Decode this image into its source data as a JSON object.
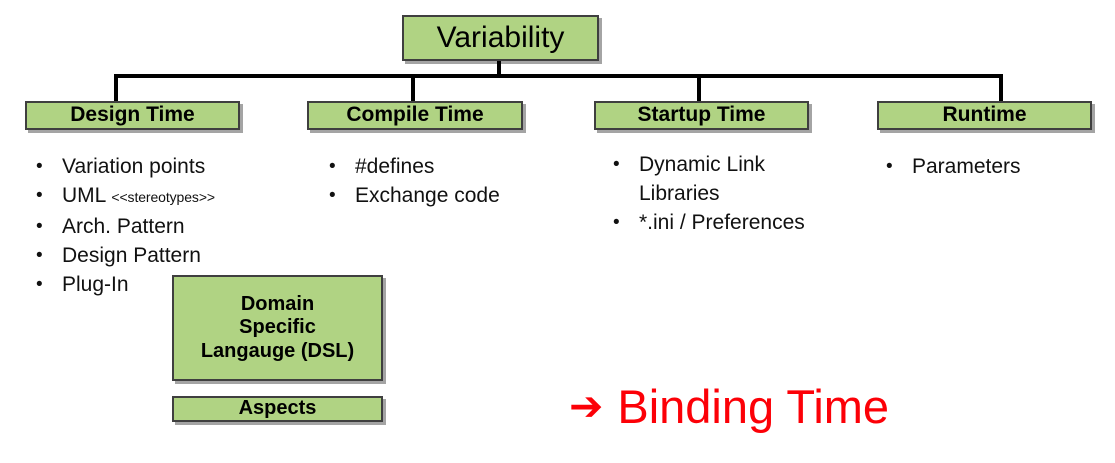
{
  "diagram": {
    "root": {
      "label": "Variability"
    },
    "categories": [
      {
        "label": "Design Time"
      },
      {
        "label": "Compile Time"
      },
      {
        "label": "Startup Time"
      },
      {
        "label": "Runtime"
      }
    ],
    "bullet_marker": "•",
    "columns": [
      {
        "parent": "Design Time",
        "items": [
          {
            "text": "Variation points",
            "note": ""
          },
          {
            "text": "UML ",
            "note": "<<stereotypes>>"
          },
          {
            "text": "Arch. Pattern",
            "note": ""
          },
          {
            "text": "Design Pattern",
            "note": ""
          },
          {
            "text": "Plug-In",
            "note": ""
          }
        ]
      },
      {
        "parent": "Compile Time",
        "items": [
          {
            "text": "#defines",
            "note": ""
          },
          {
            "text": "Exchange code",
            "note": ""
          }
        ]
      },
      {
        "parent": "Startup Time",
        "items": [
          {
            "text": "Dynamic Link Libraries",
            "note": ""
          },
          {
            "text": "*.ini / Preferences",
            "note": ""
          }
        ]
      },
      {
        "parent": "Runtime",
        "items": [
          {
            "text": "Parameters",
            "note": ""
          }
        ]
      }
    ],
    "extra_boxes": [
      {
        "label": "Domain\nSpecific\nLangauge (DSL)"
      },
      {
        "label": "Aspects"
      }
    ],
    "callout": {
      "arrow_icon": "➔",
      "text": "Binding Time",
      "color": "#fc0007"
    },
    "colors": {
      "box_fill": "#b0d383",
      "box_border": "#3f3f3f",
      "connector": "#000000",
      "text": "#000000",
      "accent": "#fc0007"
    }
  }
}
